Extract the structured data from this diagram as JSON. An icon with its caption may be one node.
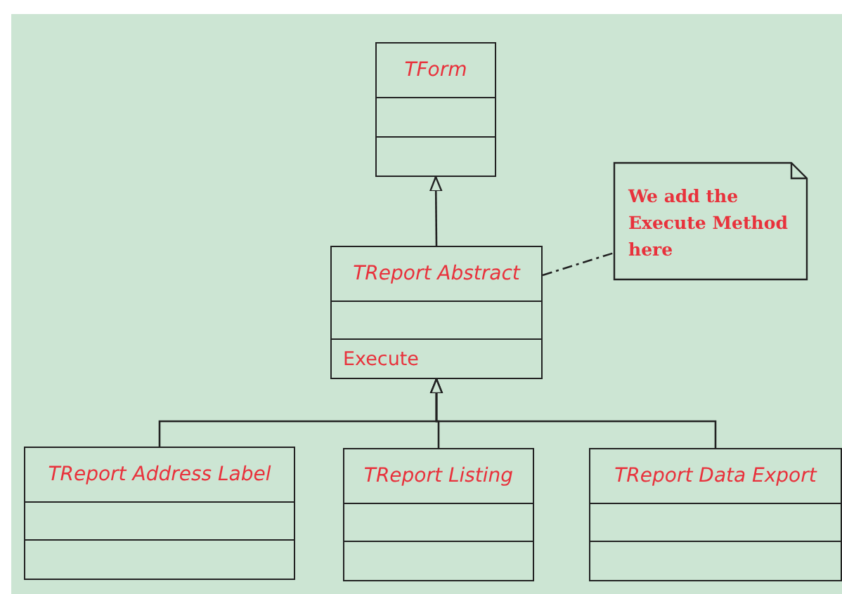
{
  "diagram": {
    "nodes": [
      {
        "text": [
          "TForm"
        ]
      },
      {
        "text": [
          "TReport Abstract",
          "Execute"
        ]
      },
      {
        "text": [
          "We add the Execute Method here"
        ]
      },
      {
        "text": [
          "TReport Address Label"
        ]
      },
      {
        "text": [
          "TReport Listing"
        ]
      },
      {
        "text": [
          "TReport Data Export"
        ]
      }
    ],
    "edges": [
      {
        "from": 1,
        "to": 0,
        "arrow": "to"
      },
      {
        "from": 3,
        "to": 1,
        "arrow": "to"
      },
      {
        "from": 4,
        "to": 1,
        "arrow": "to"
      },
      {
        "from": 5,
        "to": 1,
        "arrow": "to"
      },
      {
        "from": 2,
        "to": 1,
        "arrow": "none",
        "style": "dashed"
      }
    ]
  }
}
